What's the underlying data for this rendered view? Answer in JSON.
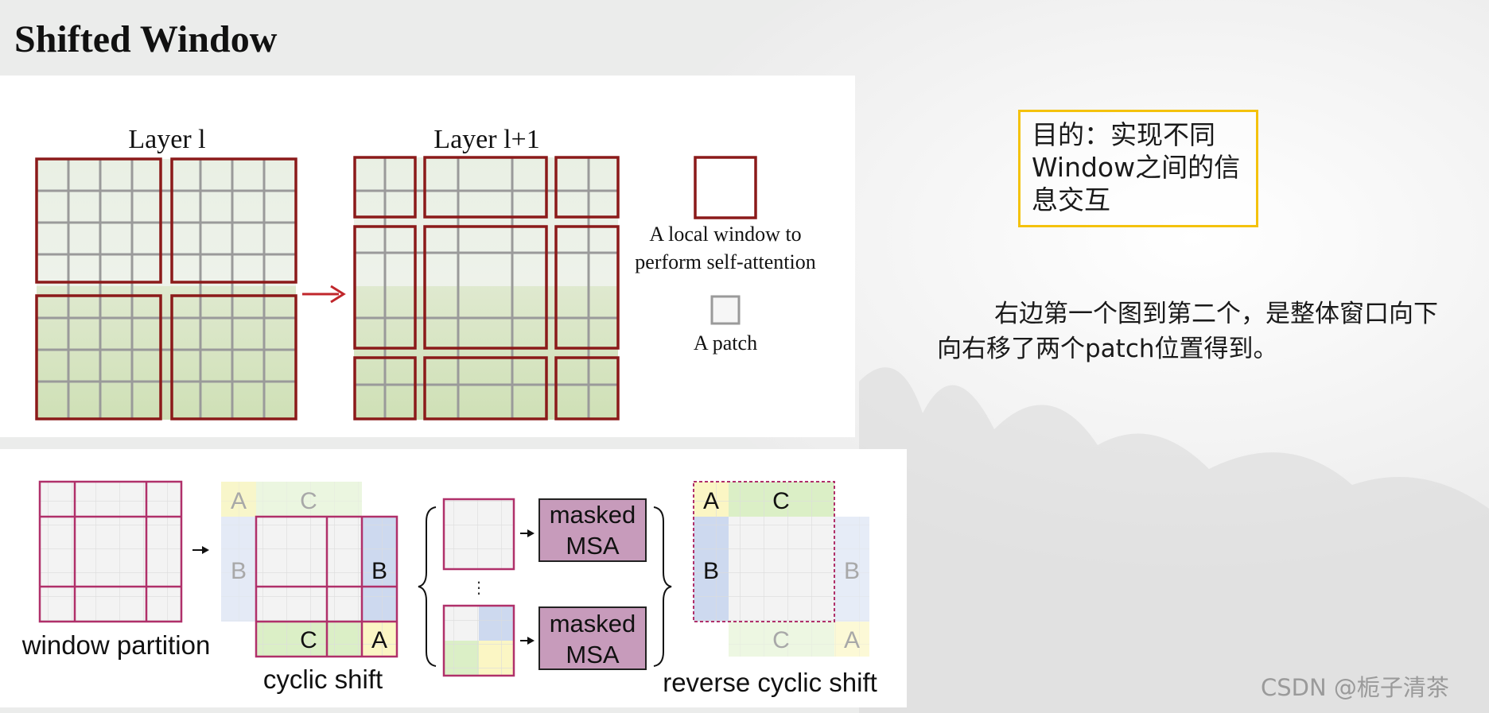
{
  "page": {
    "title": "Shifted Window",
    "purpose_text": "目的：实现不同Window之间的信息交互",
    "description": "右边第一个图到第二个，是整体窗口向下向右移了两个patch位置得到。",
    "watermark": "CSDN @栀子清茶"
  },
  "figure_top": {
    "layer_l_label": "Layer l",
    "layer_l1_label": "Layer l+1",
    "legend_window_label": [
      "A local window to",
      "perform self-attention"
    ],
    "legend_patch_label": "A patch"
  },
  "figure_bottom": {
    "window_partition_label": "window partition",
    "cyclic_shift_label": "cyclic shift",
    "reverse_cyclic_shift_label": "reverse cyclic shift",
    "masked_msa_label": [
      "masked",
      "MSA"
    ],
    "region_letters": [
      "A",
      "B",
      "C"
    ],
    "ellipsis": "⋮"
  },
  "colors": {
    "window_border": "#8b1a1a",
    "partition_border": "#b0306a",
    "masked_fill": "#c79bbb",
    "region_a": "#fbf6c4",
    "region_b": "#cdd9ef",
    "region_c": "#dbefc6",
    "highlight_border": "#f4c20d"
  }
}
